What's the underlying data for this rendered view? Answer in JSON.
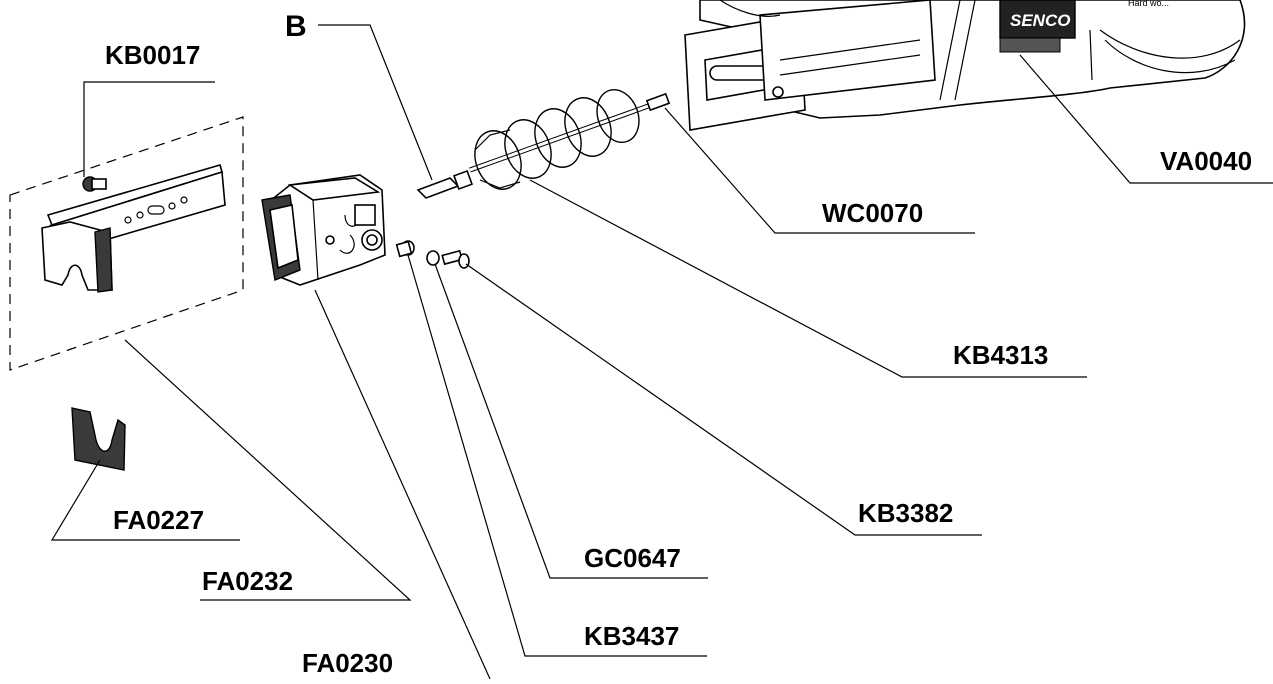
{
  "labels": {
    "b": "B",
    "kb0017": "KB0017",
    "va0040": "VA0040",
    "wc0070": "WC0070",
    "kb4313": "KB4313",
    "kb3382": "KB3382",
    "gc0647": "GC0647",
    "kb3437": "KB3437",
    "fa0227": "FA0227",
    "fa0232": "FA0232",
    "fa0230": "FA0230"
  },
  "logo_text": "SENCO",
  "logo_subtext": "Hard wo..."
}
